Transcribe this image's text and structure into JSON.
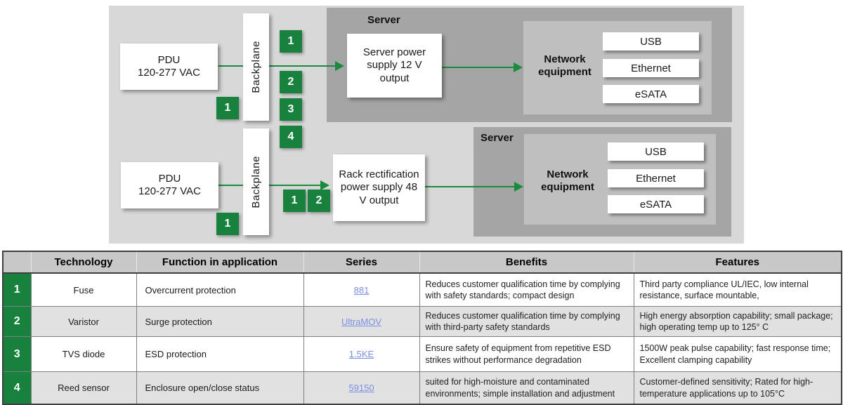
{
  "colors": {
    "accent_green": "#17813d",
    "link_blue": "#7a8fe2",
    "panel_gray": "#a5a5a5"
  },
  "diagram": {
    "pdu": {
      "line1": "PDU",
      "line2": "120-277 VAC"
    },
    "backplane_label": "Backplane",
    "server1": {
      "title": "Server",
      "psu_label": "Server power supply 12 V output",
      "network_label": "Network equipment",
      "ports": [
        "USB",
        "Ethernet",
        "eSATA"
      ]
    },
    "server2": {
      "title": "Server",
      "psu_label": "Rack rectification power supply 48 V output",
      "network_label": "Network equipment",
      "ports": [
        "USB",
        "Ethernet",
        "eSATA"
      ]
    },
    "markers": {
      "t1": "1",
      "t2": "2",
      "t3": "3",
      "t4": "4",
      "bp1_left": "1",
      "b1": "1",
      "b2": "2",
      "bp2_left": "1"
    }
  },
  "table": {
    "headers": [
      "",
      "Technology",
      "Function in application",
      "Series",
      "Benefits",
      "Features"
    ],
    "rows": [
      {
        "num": "1",
        "technology": "Fuse",
        "function": "Overcurrent protection",
        "series": "881",
        "benefits": "Reduces customer qualification time by complying with safety standards; compact design",
        "features": "Third party compliance UL/IEC, low internal resistance, surface mountable,"
      },
      {
        "num": "2",
        "technology": "Varistor",
        "function": "Surge protection",
        "series": "UltraMOV",
        "benefits": "Reduces customer qualification time by complying with third-party safety standards",
        "features": "High energy absorption capability; small package; high operating temp up to 125° C"
      },
      {
        "num": "3",
        "technology": "TVS diode",
        "function": "ESD protection",
        "series": "1.5KE",
        "benefits": "Ensure safety of equipment from repetitive ESD strikes  without performance degradation",
        "features": "1500W peak pulse capability; fast response time; Excellent clamping capability"
      },
      {
        "num": "4",
        "technology": "Reed sensor",
        "function": "Enclosure open/close status",
        "series": "59150",
        "benefits": "suited for high-moisture and contaminated environments; simple installation and adjustment",
        "features": "Customer-defined sensitivity; Rated for high-temperature applications up to 105°C"
      }
    ]
  }
}
